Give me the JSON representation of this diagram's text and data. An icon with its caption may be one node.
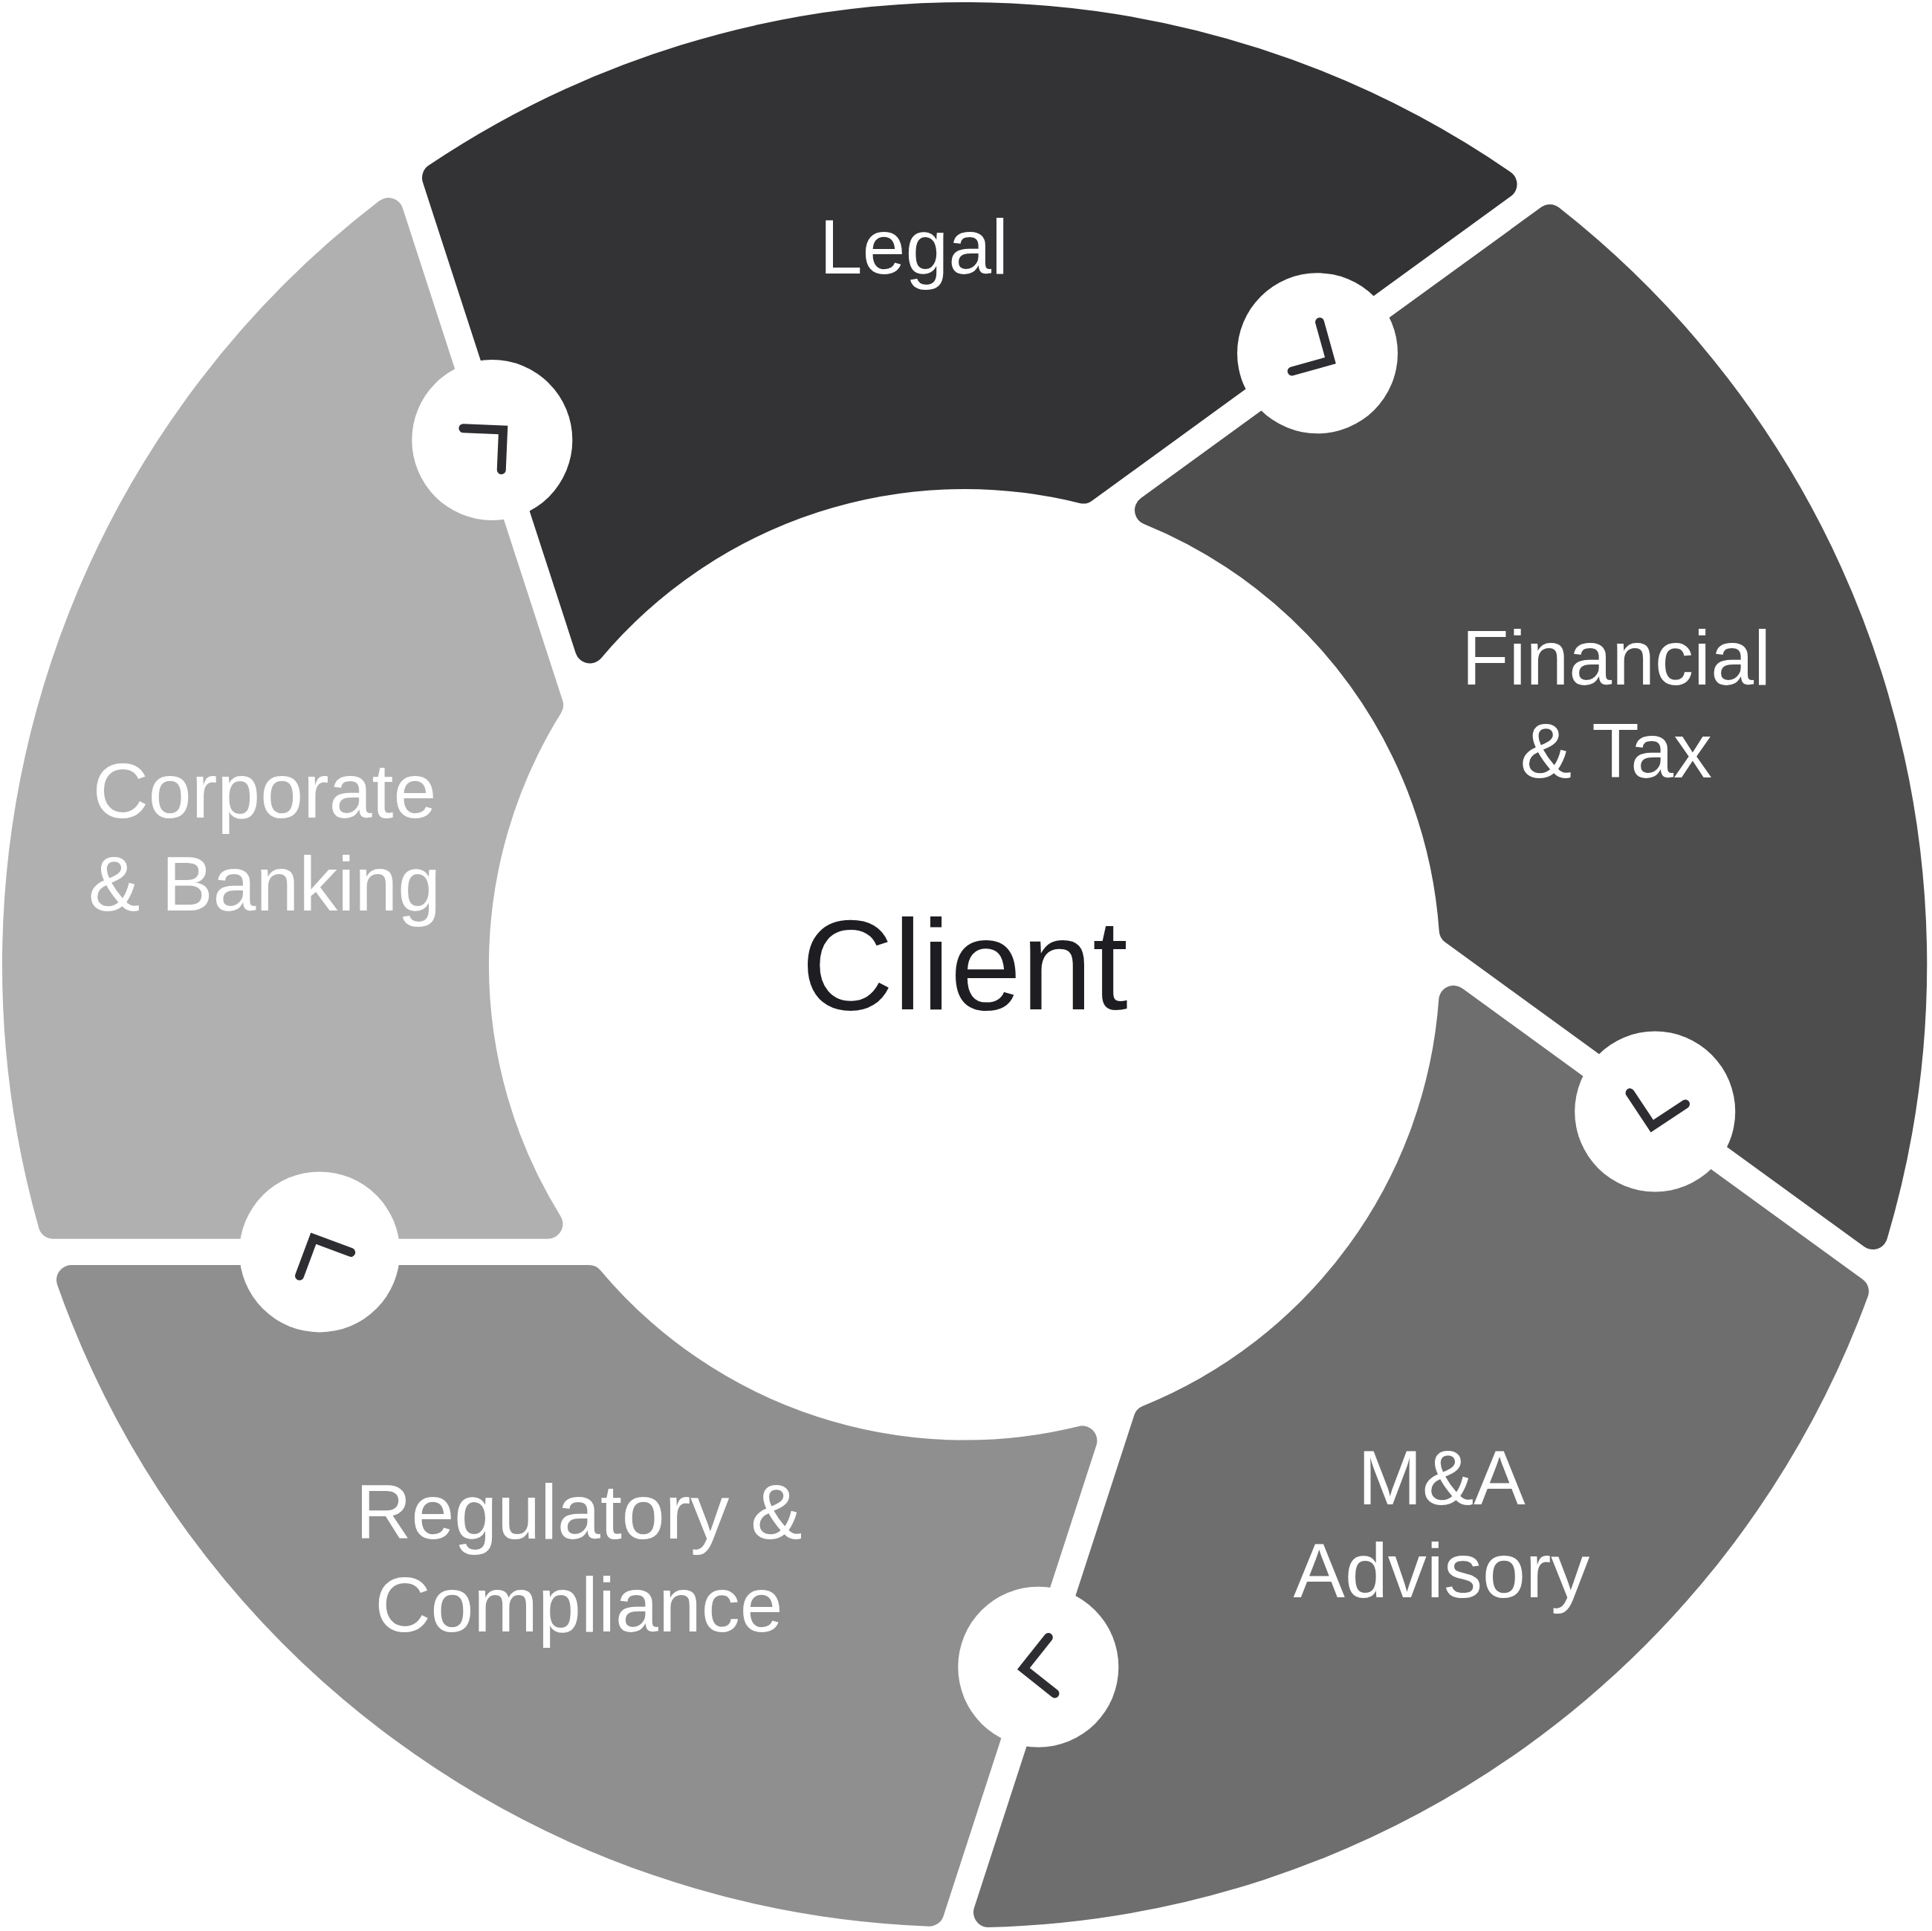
{
  "diagram": {
    "nodes": [
      {
        "text": [
          "Legal"
        ]
      },
      {
        "text": [
          "Financial & Tax"
        ]
      },
      {
        "text": [
          "M&A Advisory"
        ]
      },
      {
        "text": [
          "Regulatory & Compliance"
        ]
      },
      {
        "text": [
          "Corporate & Banking"
        ]
      }
    ],
    "edges": [
      {
        "from": 0,
        "to": 1,
        "arrow": "to"
      },
      {
        "from": 1,
        "to": 2,
        "arrow": "to"
      },
      {
        "from": 2,
        "to": 3,
        "arrow": "to"
      },
      {
        "from": 3,
        "to": 4,
        "arrow": "to"
      },
      {
        "from": 4,
        "to": 0,
        "arrow": "to"
      }
    ],
    "labels": [
      "Client"
    ]
  }
}
